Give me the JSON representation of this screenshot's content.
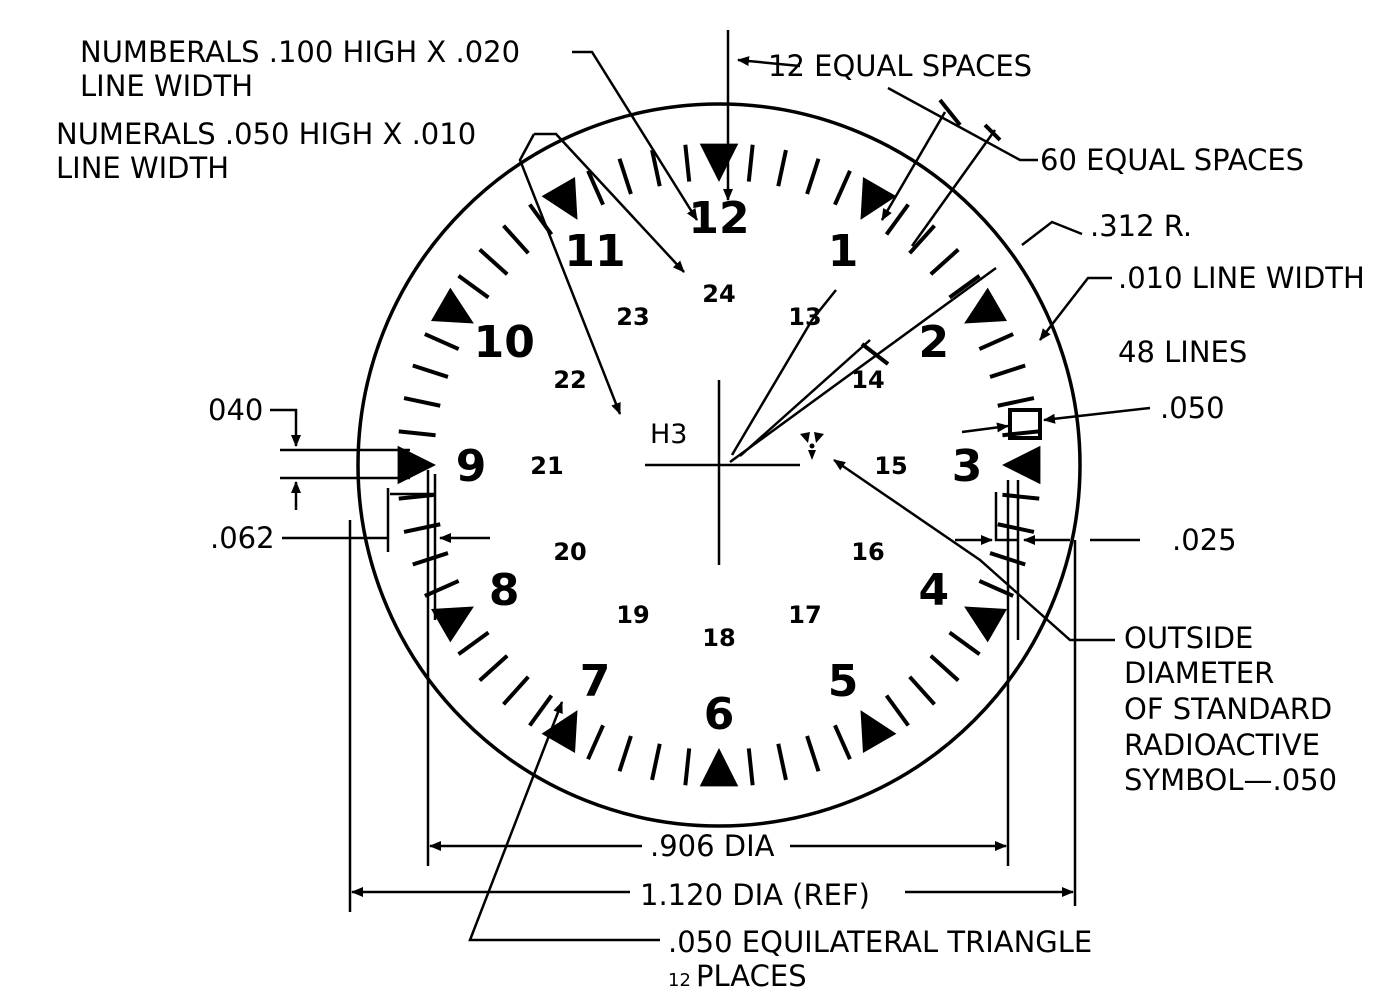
{
  "dial": {
    "hour_labels": [
      "12",
      "1",
      "2",
      "3",
      "4",
      "5",
      "6",
      "7",
      "8",
      "9",
      "10",
      "11"
    ],
    "hour24_labels": [
      "24",
      "13",
      "14",
      "15",
      "16",
      "17",
      "18",
      "19",
      "20",
      "21",
      "22",
      "23"
    ],
    "minute_divisions": 60,
    "center_label": "H3"
  },
  "annotations": {
    "numerals_large_1": "NUMBERALS .100 HIGH X .020",
    "numerals_large_2": "LINE WIDTH",
    "numerals_small_1": "NUMERALS .050 HIGH X .010",
    "numerals_small_2": "LINE WIDTH",
    "equal12": "12 EQUAL SPACES",
    "equal60": "60 EQUAL SPACES",
    "radius": ".312 R.",
    "line_width": ".010 LINE WIDTH",
    "lines48": "48 LINES",
    "square": ".050",
    "dim_040": "040",
    "dim_062": ".062",
    "dim_025": ".025",
    "outside_1": "OUTSIDE",
    "outside_2": "DIAMETER",
    "outside_3": "OF STANDARD",
    "outside_4": "RADIOACTIVE",
    "outside_5": "SYMBOL—.050",
    "dia_906": ".906 DIA",
    "dia_1120": "1.120 DIA (REF)",
    "triangle_1": ".050 EQUILATERAL TRIANGLE",
    "triangle_2_num": "12",
    "triangle_2": "PLACES"
  }
}
